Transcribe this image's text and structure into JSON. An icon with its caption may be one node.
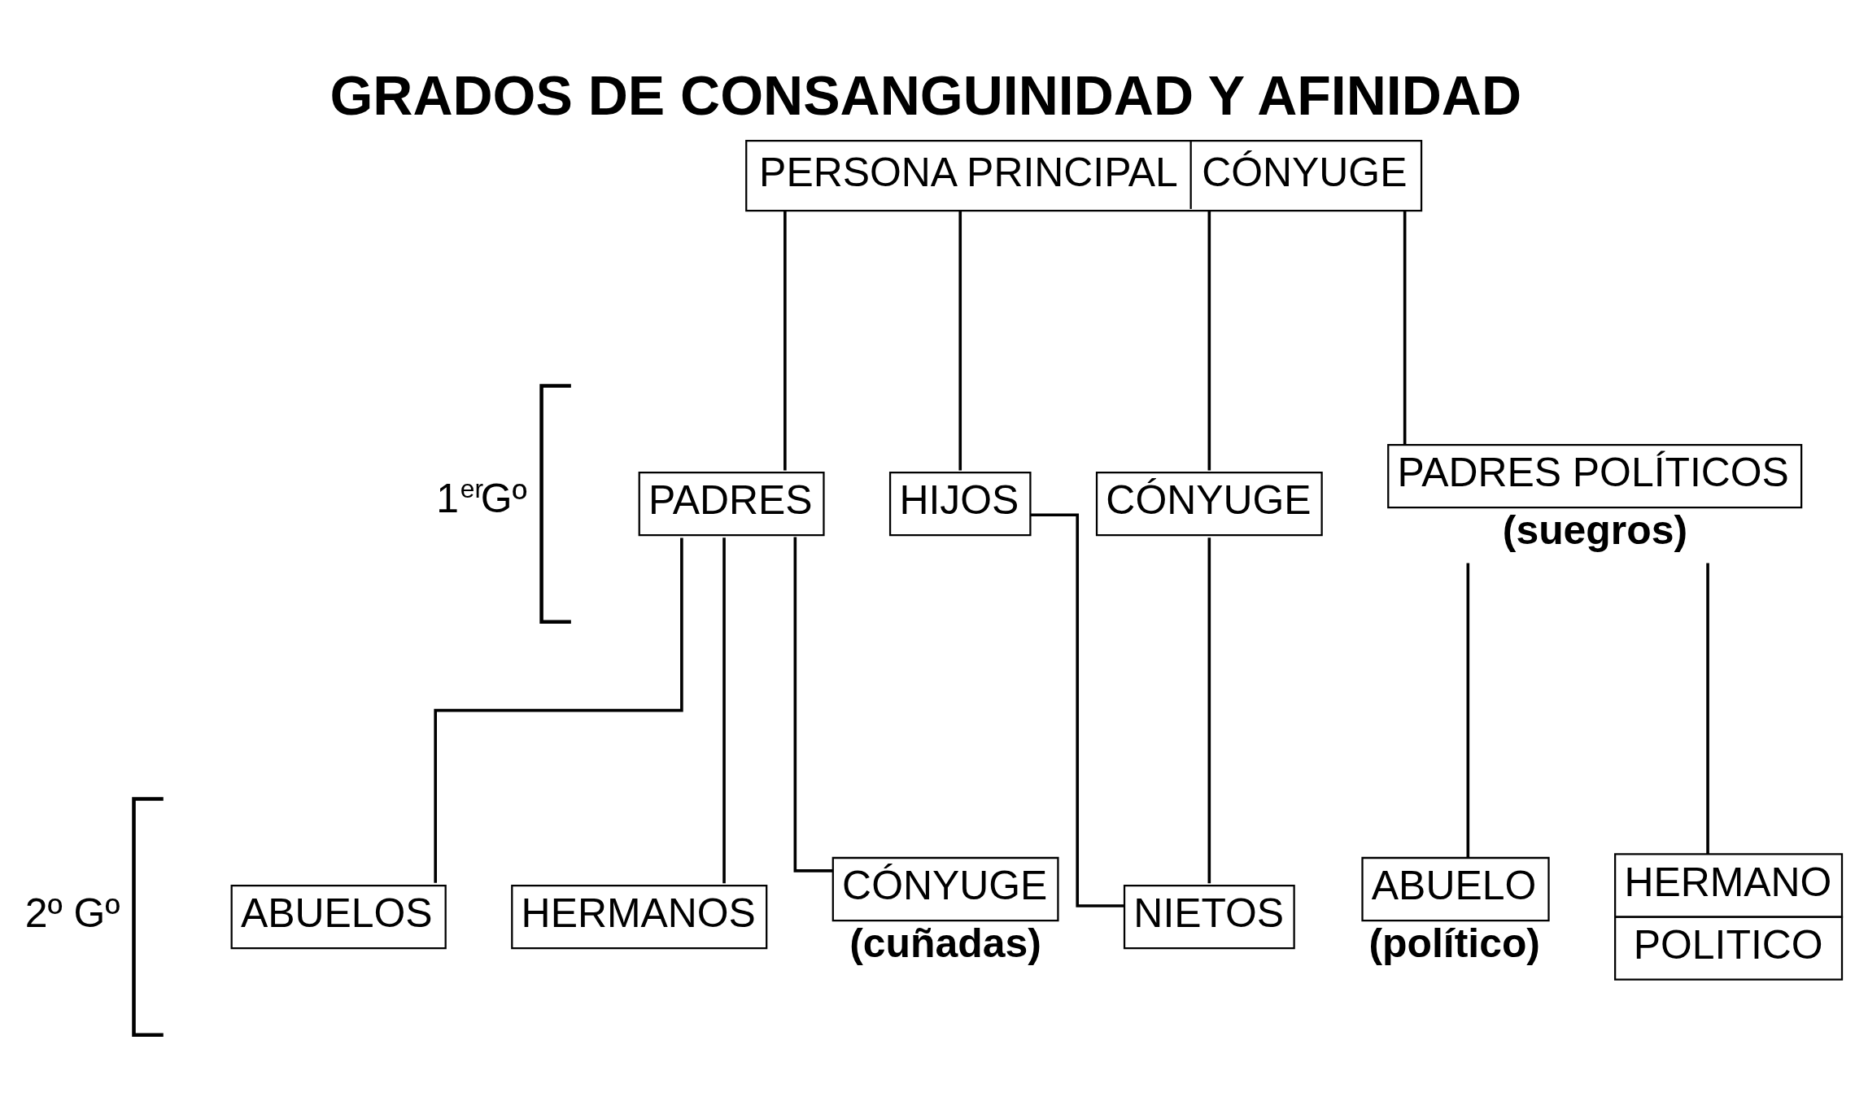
{
  "diagram": {
    "title": "GRADOS DE CONSANGUINIDAD Y AFINIDAD",
    "nodes": [
      {
        "text": [
          "PERSONA PRINCIPAL",
          "CÓNYUGE"
        ]
      },
      {
        "text": [
          "PADRES"
        ]
      },
      {
        "text": [
          "HIJOS"
        ]
      },
      {
        "text": [
          "CÓNYUGE"
        ]
      },
      {
        "text": [
          "PADRES POLÍTICOS"
        ],
        "beside": [
          "(suegros)"
        ]
      },
      {
        "text": [
          "ABUELOS"
        ]
      },
      {
        "text": [
          "HERMANOS"
        ]
      },
      {
        "text": [
          "CÓNYUGE"
        ],
        "beside": [
          "(cuñadas)"
        ]
      },
      {
        "text": [
          "NIETOS"
        ]
      },
      {
        "text": [
          "ABUELO"
        ],
        "beside": [
          "(político)"
        ]
      },
      {
        "text": [
          "HERMANO",
          "POLITICO"
        ]
      }
    ],
    "edges": [
      {
        "from": 0,
        "to": 1,
        "arrow": "none"
      },
      {
        "from": 0,
        "to": 2,
        "arrow": "none"
      },
      {
        "from": 0,
        "to": 3,
        "arrow": "none"
      },
      {
        "from": 0,
        "to": 4,
        "arrow": "none"
      },
      {
        "from": 2,
        "to": 8,
        "arrow": "none"
      },
      {
        "from": 3,
        "to": 8,
        "arrow": "none"
      },
      {
        "from": 1,
        "to": 5,
        "arrow": "none"
      },
      {
        "from": 1,
        "to": 6,
        "arrow": "none"
      },
      {
        "from": 1,
        "to": 7,
        "arrow": "none"
      },
      {
        "from": 4,
        "to": 9,
        "arrow": "none"
      },
      {
        "from": 4,
        "to": 10,
        "arrow": "none"
      }
    ],
    "labels": [
      "1$^{er}$Gº",
      "2º Gº"
    ]
  }
}
